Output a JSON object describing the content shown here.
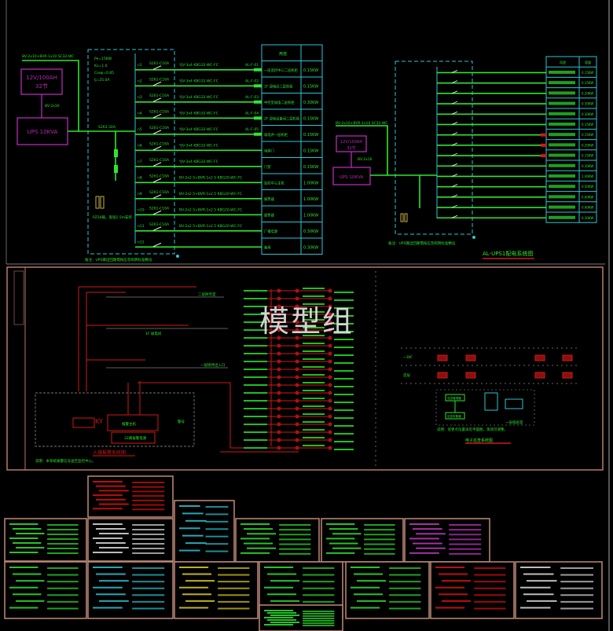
{
  "watermark": "模型组",
  "panel_left": {
    "battery_label": "12V/100AH",
    "battery_count": "32节",
    "ups_label": "UPS 10KVA",
    "battery_cable": "BV-2x16",
    "incoming_cable": "BV-2x10+BVR-1x10 SC32-WC",
    "box_params": [
      "Pe=15KW",
      "Kx=1.0",
      "Cosφ=0.85",
      "Ij=25.0A"
    ],
    "main_breaker": "S263-32A",
    "cabinet_label": "PZ30箱，嵌墙1.5m安装",
    "note": "备注：UPS输出回路需按应急照明标准敷设",
    "table_header": "用途",
    "circuits": [
      {
        "id": "n1",
        "breaker": "S261-C16A",
        "cable": "YJV-3x4 KBG32-WC-FC",
        "tag": "AL-F-01",
        "load": "一层监控中心二层机柜",
        "power": "0.15KW"
      },
      {
        "id": "n2",
        "breaker": "S261-C16A",
        "cable": "YJV-3x4 KBG32-WC-FC",
        "tag": "AL-F-02",
        "load": "1F 弱电间二层机柜",
        "power": "0.15KW"
      },
      {
        "id": "n3",
        "breaker": "S261-C16A",
        "cable": "YJV-3x4 KBG32-WC-FC",
        "tag": "AL-F-03",
        "load": "中控室弱电二层机柜",
        "power": "0.30KW"
      },
      {
        "id": "n4",
        "breaker": "S261-C16A",
        "cable": "YJV-3x4 KBG32-WC-FC",
        "tag": "AL-F-04",
        "load": "2F 弱电设备间二层机柜",
        "power": "0.15KW"
      },
      {
        "id": "n5",
        "breaker": "S261-C16A",
        "cable": "YJV-3x4 KBG32-WC-FC",
        "tag": "AL-F-05",
        "load": "弱电井一层机柜",
        "power": "0.15KW"
      },
      {
        "id": "n6",
        "breaker": "S261-C16A",
        "cable": "YJV-3x4 KBG32-WC-FC",
        "tag": "",
        "load": "电梯门",
        "power": "0.15KW"
      },
      {
        "id": "n7",
        "breaker": "S261-C16A",
        "cable": "YJV-3x4 KBG32-WC-FC",
        "tag": "",
        "load": "门禁",
        "power": "0.15KW"
      },
      {
        "id": "n8",
        "breaker": "S261-C16A",
        "cable": "BV-2x2.5+BVR-1x2.5 KBG20-WC-FC",
        "tag": "",
        "load": "监控中心主机",
        "power": "1.00KW"
      },
      {
        "id": "n9",
        "breaker": "S261-C16A",
        "cable": "BV-2x2.5+BVR-1x2.5 KBG20-WC-FC",
        "tag": "",
        "load": "报警器",
        "power": "1.00KW"
      },
      {
        "id": "n10",
        "breaker": "S261-C16A",
        "cable": "BV-2x2.5+BVR-1x2.5 KBG20-WC-FC",
        "tag": "",
        "load": "报警器",
        "power": "1.00KW"
      },
      {
        "id": "n11",
        "breaker": "S261-C16A",
        "cable": "BV-2x2.5+BVR-1x2.5 KBG20-WC-FC",
        "tag": "",
        "load": "广播电源",
        "power": "0.30KW"
      },
      {
        "id": "n12",
        "breaker": "",
        "cable": "",
        "tag": "",
        "load": "备用",
        "power": "0.30KW"
      }
    ]
  },
  "panel_right": {
    "battery_label": "12V/100AH",
    "battery_count": "32节",
    "ups_label": "UPS 10KVA",
    "battery_cable": "BV-2x16",
    "incoming_cable": "BV-2x10+BVR-1x10 SC32-WC",
    "title": "AL-UPS1配电系统图",
    "note": "备注：UPS输出回路需按应急照明标准敷设",
    "table_header": [
      "用途",
      "容量"
    ],
    "powers": [
      "0.15KW",
      "0.15KW",
      "0.20KW",
      "0.30KW",
      "0.30KW",
      "0.15KW",
      "0.15KW",
      "0.20KW",
      "0.15KW",
      "0.30KW",
      "1.00KW",
      "0.50KW",
      "0.60KW",
      "0.60KW",
      "0.30KW"
    ]
  },
  "panel_alarm": {
    "title": "入侵报警系统图",
    "labels": [
      "二层财务室",
      "1F 弱电间",
      "一层接待出入口",
      "报警主机",
      "32路报警电源",
      "警号",
      "KY"
    ],
    "note": "说明：本系统报警信号送至监控中心。"
  },
  "panel_ecs": {
    "title": "电子巡查系统图",
    "labels": [
      "一DIF",
      "首层",
      "巡查管理器",
      "信息采集器",
      "一层值班室"
    ],
    "note": "说明：巡更点位置详见平面图，现场可调整。"
  },
  "colors": {
    "bg": "#000000",
    "green": "#2ee52e",
    "cyan": "#2bc6d3",
    "magenta": "#b62ab6",
    "red": "#d01818",
    "frame": "#b87a6a"
  }
}
